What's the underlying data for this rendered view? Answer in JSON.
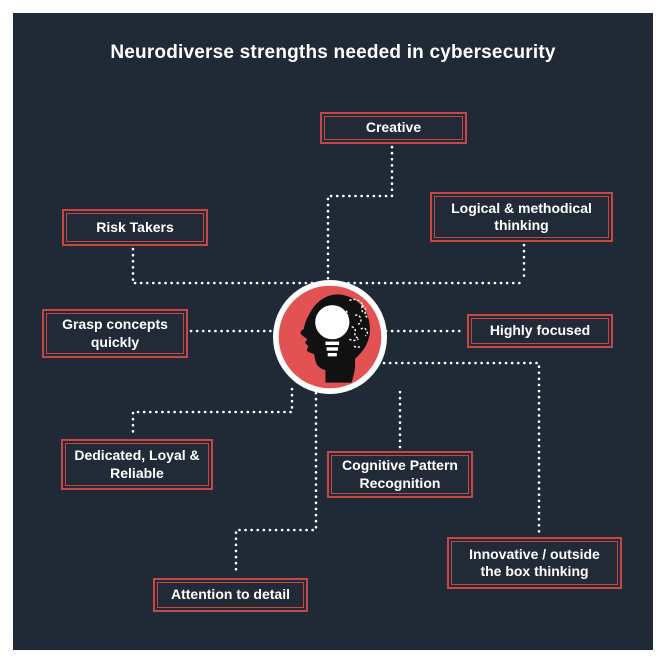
{
  "title": "Neurodiverse strengths needed in cybersecurity",
  "colors": {
    "page_margin": "#FFFFFF",
    "background": "#1F2A36",
    "box_border": "#C64743",
    "box_fill": "#202B37",
    "circle_red": "#E25252",
    "circle_ring": "#FFFFFF",
    "text": "#FFFFFF",
    "connector_dots": "#FFFFFF"
  },
  "center": {
    "icon": "brain-head-lightbulb-icon",
    "description": "red circle with head silhouette, lightbulb and circuit brain"
  },
  "strengths": [
    {
      "label": "Creative"
    },
    {
      "label": "Risk Takers"
    },
    {
      "label": "Logical & methodical thinking"
    },
    {
      "label": "Grasp concepts quickly"
    },
    {
      "label": "Highly focused"
    },
    {
      "label": "Dedicated, Loyal & Reliable"
    },
    {
      "label": "Cognitive Pattern Recognition"
    },
    {
      "label": "Attention to detail"
    },
    {
      "label": "Innovative / outside the box thinking"
    }
  ]
}
